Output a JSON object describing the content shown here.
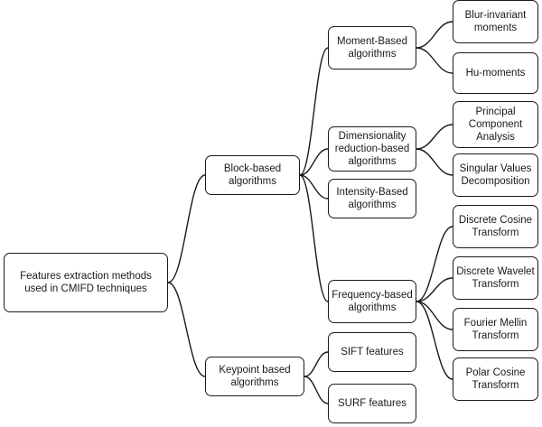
{
  "diagram": {
    "nodes": [
      {
        "id": "root",
        "label": "Features extraction methods\nused in CMIFD techniques"
      },
      {
        "id": "block",
        "label": "Block-based\nalgorithms"
      },
      {
        "id": "keypoint",
        "label": "Keypoint based\nalgorithms"
      },
      {
        "id": "moment",
        "label": "Moment-Based\nalgorithms"
      },
      {
        "id": "dimred",
        "label": "Dimensionality\nreduction-based\nalgorithms"
      },
      {
        "id": "intensity",
        "label": "Intensity-Based\nalgorithms"
      },
      {
        "id": "frequency",
        "label": "Frequency-based\nalgorithms"
      },
      {
        "id": "sift",
        "label": "SIFT features"
      },
      {
        "id": "surf",
        "label": "SURF features"
      },
      {
        "id": "blur",
        "label": "Blur-invariant\nmoments"
      },
      {
        "id": "hu",
        "label": "Hu-moments"
      },
      {
        "id": "pca",
        "label": "Principal\nComponent\nAnalysis"
      },
      {
        "id": "svd",
        "label": "Singular Values\nDecomposition"
      },
      {
        "id": "dct",
        "label": "Discrete Cosine\nTransform"
      },
      {
        "id": "dwt",
        "label": "Discrete Wavelet\nTransform"
      },
      {
        "id": "fmt",
        "label": "Fourier Mellin\nTransform"
      },
      {
        "id": "pct",
        "label": "Polar Cosine\nTransform"
      }
    ],
    "edges": [
      {
        "from": "root",
        "to": "block"
      },
      {
        "from": "root",
        "to": "keypoint"
      },
      {
        "from": "block",
        "to": "moment"
      },
      {
        "from": "block",
        "to": "dimred"
      },
      {
        "from": "block",
        "to": "intensity"
      },
      {
        "from": "block",
        "to": "frequency"
      },
      {
        "from": "keypoint",
        "to": "sift"
      },
      {
        "from": "keypoint",
        "to": "surf"
      },
      {
        "from": "moment",
        "to": "blur"
      },
      {
        "from": "moment",
        "to": "hu"
      },
      {
        "from": "dimred",
        "to": "pca"
      },
      {
        "from": "dimred",
        "to": "svd"
      },
      {
        "from": "frequency",
        "to": "dct"
      },
      {
        "from": "frequency",
        "to": "dwt"
      },
      {
        "from": "frequency",
        "to": "fmt"
      },
      {
        "from": "frequency",
        "to": "pct"
      }
    ]
  }
}
